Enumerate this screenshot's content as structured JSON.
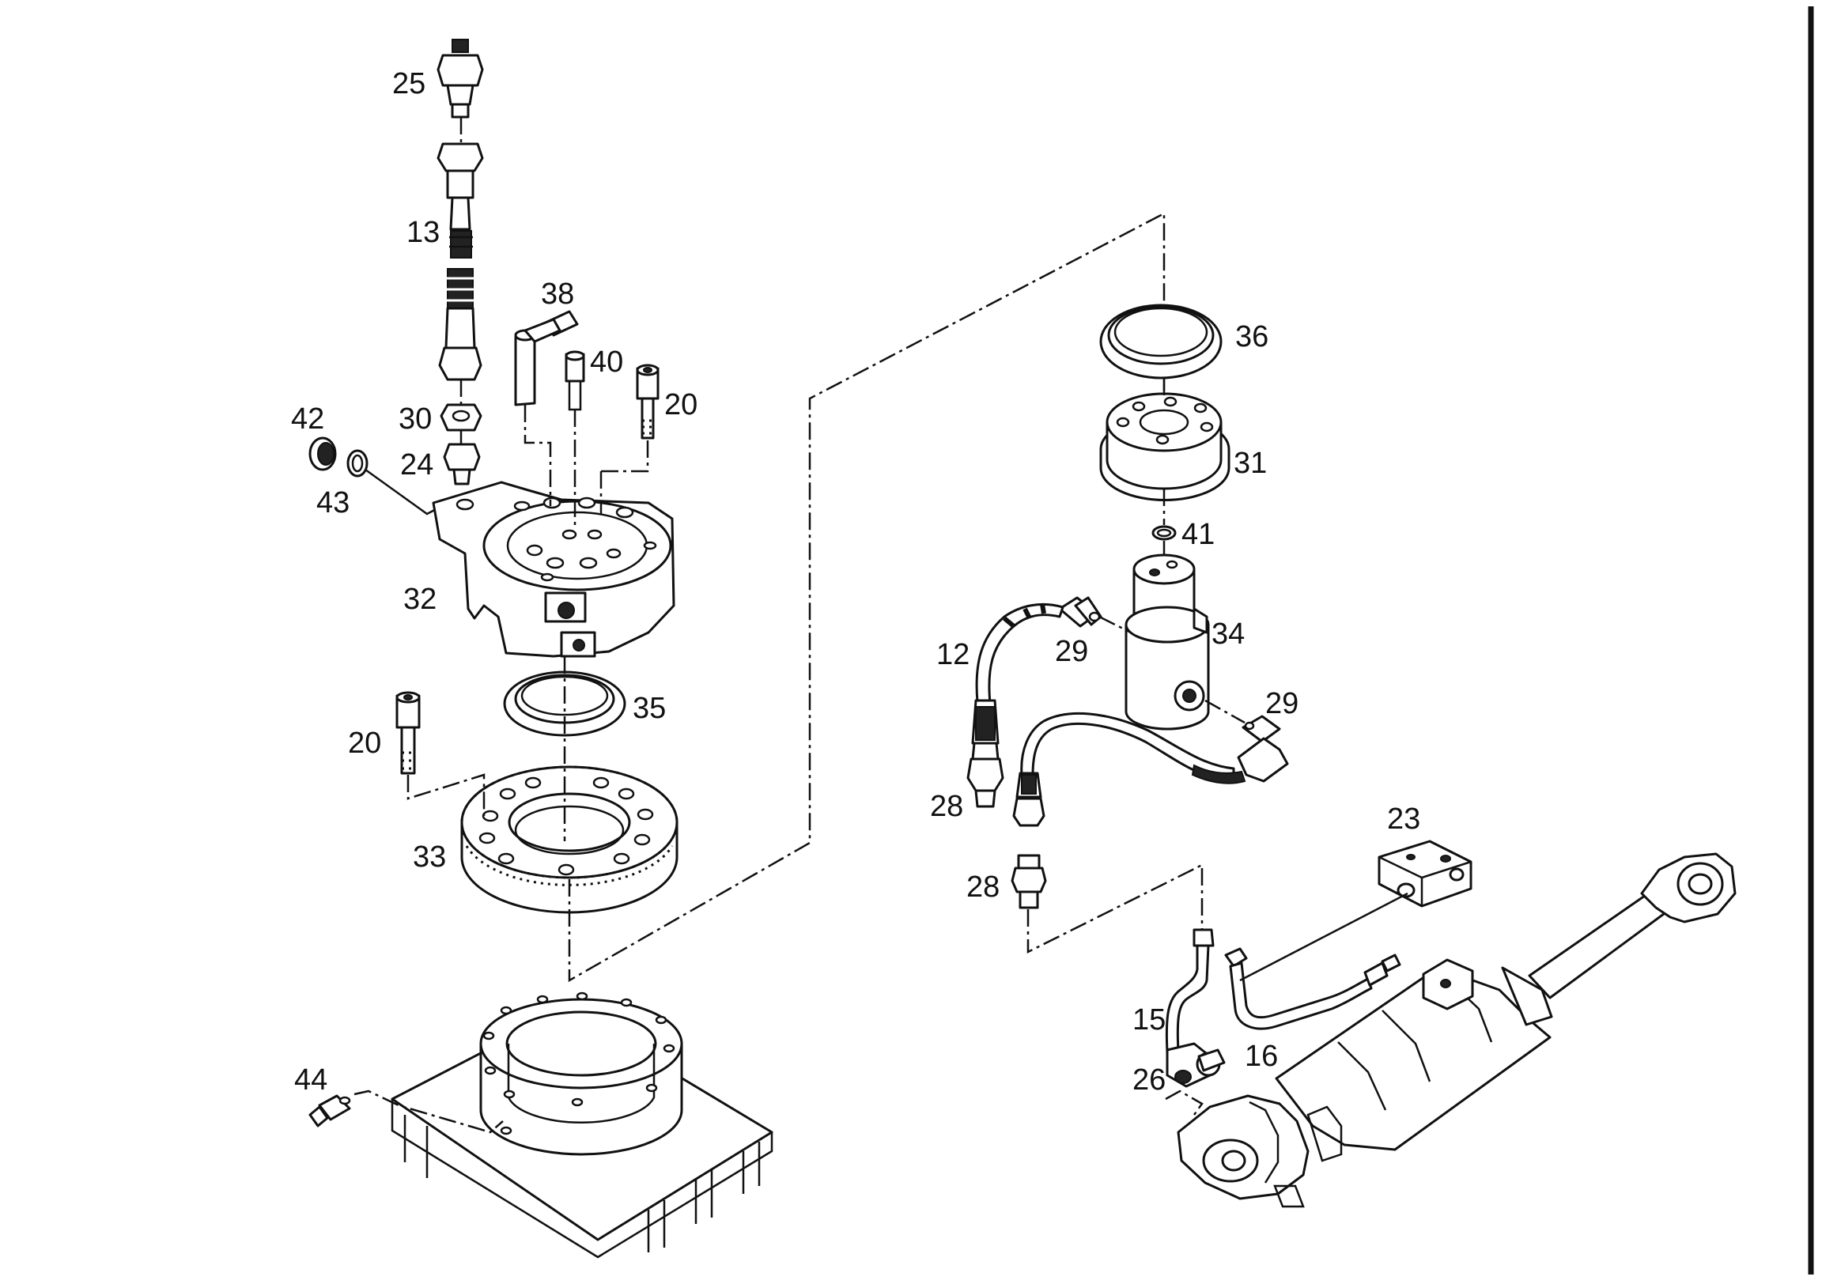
{
  "labels": {
    "p25": "25",
    "p13": "13",
    "p38": "38",
    "p40": "40",
    "p20_top": "20",
    "p42": "42",
    "p30": "30",
    "p24": "24",
    "p43": "43",
    "p32": "32",
    "p35": "35",
    "p20_bottom": "20",
    "p33": "33",
    "p44": "44",
    "p36": "36",
    "p31": "31",
    "p41": "41",
    "p34": "34",
    "p12": "12",
    "p29_left": "29",
    "p29_right": "29",
    "p28_top": "28",
    "p28_bottom": "28",
    "p23": "23",
    "p15": "15",
    "p16": "16",
    "p26": "26"
  },
  "colors": {
    "ink": "#111111",
    "paper": "#ffffff"
  }
}
